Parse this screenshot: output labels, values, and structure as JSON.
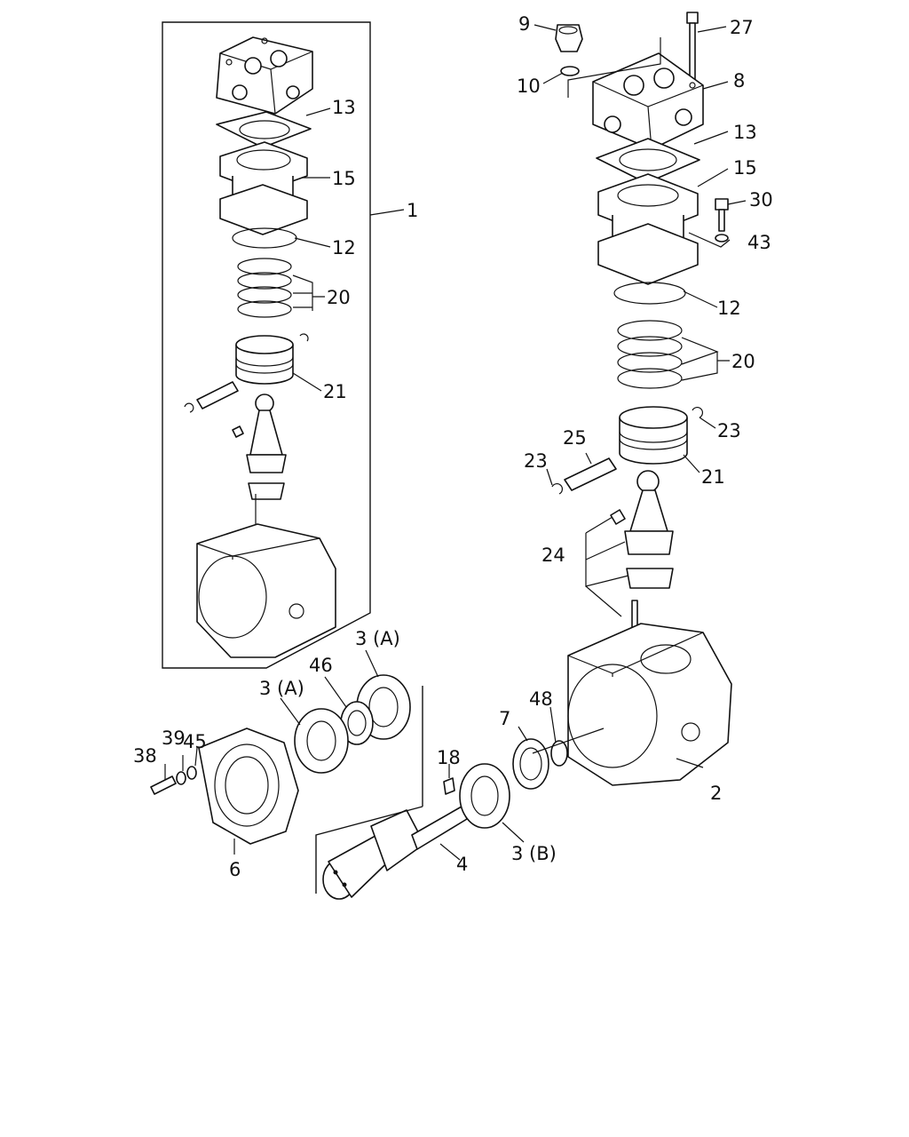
{
  "callouts": {
    "c1": "1",
    "c2": "2",
    "c3a_left": "3 (A)",
    "c3a_right": "3 (A)",
    "c3b": "3 (B)",
    "c4": "4",
    "c6": "6",
    "c7": "7",
    "c8": "8",
    "c9": "9",
    "c10": "10",
    "c12_left": "12",
    "c12_right": "12",
    "c13_left": "13",
    "c13_right": "13",
    "c15_left": "15",
    "c15_right": "15",
    "c18": "18",
    "c20_left": "20",
    "c20_right": "20",
    "c21_left": "21",
    "c21_right": "21",
    "c23_left": "23",
    "c23_right": "23",
    "c24": "24",
    "c25": "25",
    "c27": "27",
    "c30": "30",
    "c38": "38",
    "c39": "39",
    "c43": "43",
    "c45": "45",
    "c46": "46",
    "c48": "48"
  }
}
